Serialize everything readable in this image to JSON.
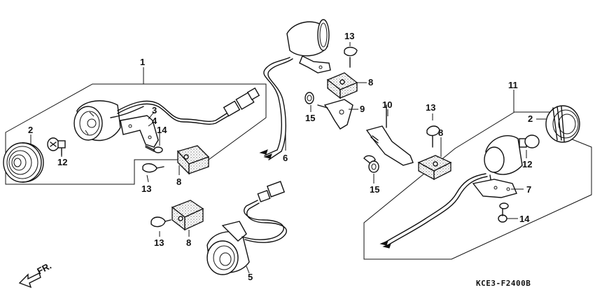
{
  "callouts": [
    {
      "id": "1",
      "label": "1"
    },
    {
      "id": "2a",
      "label": "2"
    },
    {
      "id": "3",
      "label": "3"
    },
    {
      "id": "4",
      "label": "4"
    },
    {
      "id": "14a",
      "label": "14"
    },
    {
      "id": "12a",
      "label": "12"
    },
    {
      "id": "13a",
      "label": "13"
    },
    {
      "id": "8a",
      "label": "8"
    },
    {
      "id": "6",
      "label": "6"
    },
    {
      "id": "13b",
      "label": "13"
    },
    {
      "id": "8b",
      "label": "8"
    },
    {
      "id": "15a",
      "label": "15"
    },
    {
      "id": "9",
      "label": "9"
    },
    {
      "id": "10",
      "label": "10"
    },
    {
      "id": "15b",
      "label": "15"
    },
    {
      "id": "13c",
      "label": "13"
    },
    {
      "id": "8c",
      "label": "8"
    },
    {
      "id": "11",
      "label": "11"
    },
    {
      "id": "2b",
      "label": "2"
    },
    {
      "id": "12b",
      "label": "12"
    },
    {
      "id": "7",
      "label": "7"
    },
    {
      "id": "14b",
      "label": "14"
    },
    {
      "id": "13d",
      "label": "13"
    },
    {
      "id": "8d",
      "label": "8"
    },
    {
      "id": "5",
      "label": "5"
    }
  ],
  "direction_label": "FR.",
  "diagram_code": "KCE3-F2400B"
}
